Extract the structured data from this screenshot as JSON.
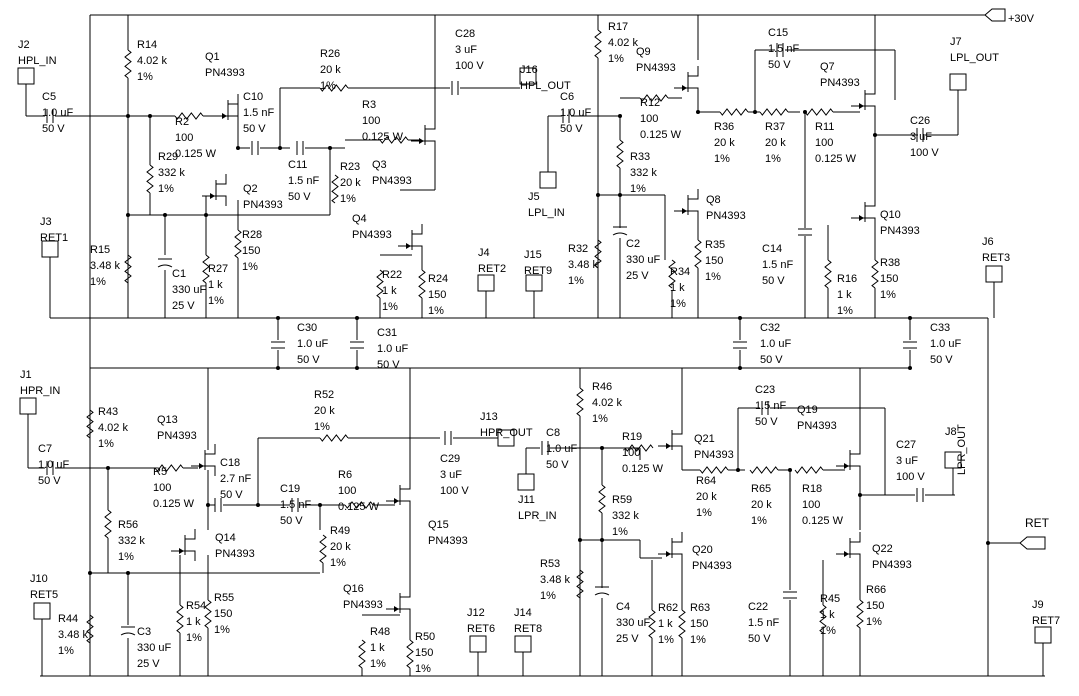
{
  "rails": {
    "supply_label": "+30V",
    "return_label": "RET"
  },
  "connectors": [
    {
      "ref": "J1",
      "name": "HPR_IN"
    },
    {
      "ref": "J2",
      "name": "HPL_IN"
    },
    {
      "ref": "J3",
      "name": "RET1"
    },
    {
      "ref": "J4",
      "name": "RET2"
    },
    {
      "ref": "J5",
      "name": "LPL_IN"
    },
    {
      "ref": "J6",
      "name": "RET3"
    },
    {
      "ref": "J7",
      "name": "LPL_OUT"
    },
    {
      "ref": "J8",
      "name": "LPR_OUT"
    },
    {
      "ref": "J9",
      "name": "RET7"
    },
    {
      "ref": "J10",
      "name": "RET5"
    },
    {
      "ref": "J11",
      "name": "LPR_IN"
    },
    {
      "ref": "J12",
      "name": "RET6"
    },
    {
      "ref": "J13",
      "name": "HPR_OUT"
    },
    {
      "ref": "J14",
      "name": "RET8"
    },
    {
      "ref": "J15",
      "name": "RET9"
    },
    {
      "ref": "J16",
      "name": "HPL_OUT"
    }
  ],
  "resistors": [
    {
      "ref": "R14",
      "value": "4.02 k",
      "tol": "1%"
    },
    {
      "ref": "R2",
      "value": "100",
      "tol": "0.125 W"
    },
    {
      "ref": "R29",
      "value": "332 k",
      "tol": "1%"
    },
    {
      "ref": "R15",
      "value": "3.48 k",
      "tol": "1%"
    },
    {
      "ref": "R27",
      "value": "1 k",
      "tol": "1%"
    },
    {
      "ref": "R28",
      "value": "150",
      "tol": "1%"
    },
    {
      "ref": "R26",
      "value": "20 k",
      "tol": "1%"
    },
    {
      "ref": "R3",
      "value": "100",
      "tol": "0.125 W"
    },
    {
      "ref": "R23",
      "value": "20 k",
      "tol": "1%"
    },
    {
      "ref": "R22",
      "value": "1 k",
      "tol": "1%"
    },
    {
      "ref": "R24",
      "value": "150",
      "tol": "1%"
    },
    {
      "ref": "R17",
      "value": "4.02 k",
      "tol": "1%"
    },
    {
      "ref": "R12",
      "value": "100",
      "tol": "0.125 W"
    },
    {
      "ref": "R33",
      "value": "332 k",
      "tol": "1%"
    },
    {
      "ref": "R32",
      "value": "3.48 k",
      "tol": "1%"
    },
    {
      "ref": "R34",
      "value": "1 k",
      "tol": "1%"
    },
    {
      "ref": "R35",
      "value": "150",
      "tol": "1%"
    },
    {
      "ref": "R36",
      "value": "20 k",
      "tol": "1%"
    },
    {
      "ref": "R37",
      "value": "20 k",
      "tol": "1%"
    },
    {
      "ref": "R11",
      "value": "100",
      "tol": "0.125 W"
    },
    {
      "ref": "R16",
      "value": "1 k",
      "tol": "1%"
    },
    {
      "ref": "R38",
      "value": "150",
      "tol": "1%"
    },
    {
      "ref": "R43",
      "value": "4.02 k",
      "tol": "1%"
    },
    {
      "ref": "R5",
      "value": "100",
      "tol": "0.125 W"
    },
    {
      "ref": "R56",
      "value": "332 k",
      "tol": "1%"
    },
    {
      "ref": "R44",
      "value": "3.48 k",
      "tol": "1%"
    },
    {
      "ref": "R54",
      "value": "1 k",
      "tol": "1%"
    },
    {
      "ref": "R55",
      "value": "150",
      "tol": "1%"
    },
    {
      "ref": "R52",
      "value": "20 k",
      "tol": "1%"
    },
    {
      "ref": "R6",
      "value": "100",
      "tol": "0.125 W"
    },
    {
      "ref": "R49",
      "value": "20 k",
      "tol": "1%"
    },
    {
      "ref": "R48",
      "value": "1 k",
      "tol": "1%"
    },
    {
      "ref": "R50",
      "value": "150",
      "tol": "1%"
    },
    {
      "ref": "R46",
      "value": "4.02 k",
      "tol": "1%"
    },
    {
      "ref": "R19",
      "value": "100",
      "tol": "0.125 W"
    },
    {
      "ref": "R59",
      "value": "332 k",
      "tol": "1%"
    },
    {
      "ref": "R53",
      "value": "3.48 k",
      "tol": "1%"
    },
    {
      "ref": "R62",
      "value": "1 k",
      "tol": "1%"
    },
    {
      "ref": "R63",
      "value": "150",
      "tol": "1%"
    },
    {
      "ref": "R64",
      "value": "20 k",
      "tol": "1%"
    },
    {
      "ref": "R65",
      "value": "20 k",
      "tol": "1%"
    },
    {
      "ref": "R18",
      "value": "100",
      "tol": "0.125 W"
    },
    {
      "ref": "R45",
      "value": "1 k",
      "tol": "1%"
    },
    {
      "ref": "R66",
      "value": "150",
      "tol": "1%"
    }
  ],
  "capacitors": [
    {
      "ref": "C5",
      "value": "1.0 uF",
      "volt": "50 V"
    },
    {
      "ref": "C10",
      "value": "1.5 nF",
      "volt": "50 V"
    },
    {
      "ref": "C11",
      "value": "1.5 nF",
      "volt": "50 V"
    },
    {
      "ref": "C1",
      "value": "330 uF",
      "volt": "25 V"
    },
    {
      "ref": "C28",
      "value": "3 uF",
      "volt": "100 V"
    },
    {
      "ref": "C6",
      "value": "1.0 uF",
      "volt": "50 V"
    },
    {
      "ref": "C2",
      "value": "330 uF",
      "volt": "25 V"
    },
    {
      "ref": "C15",
      "value": "1.5 nF",
      "volt": "50 V"
    },
    {
      "ref": "C14",
      "value": "1.5 nF",
      "volt": "50 V"
    },
    {
      "ref": "C26",
      "value": "3 uF",
      "volt": "100 V"
    },
    {
      "ref": "C30",
      "value": "1.0 uF",
      "volt": "50 V"
    },
    {
      "ref": "C31",
      "value": "1.0 uF",
      "volt": "50 V"
    },
    {
      "ref": "C32",
      "value": "1.0 uF",
      "volt": "50 V"
    },
    {
      "ref": "C33",
      "value": "1.0 uF",
      "volt": "50 V"
    },
    {
      "ref": "C7",
      "value": "1.0 uF",
      "volt": "50 V"
    },
    {
      "ref": "C18",
      "value": "2.7 nF",
      "volt": "50 V"
    },
    {
      "ref": "C19",
      "value": "1.5 nF",
      "volt": "50 V"
    },
    {
      "ref": "C3",
      "value": "330 uF",
      "volt": "25 V"
    },
    {
      "ref": "C29",
      "value": "3 uF",
      "volt": "100 V"
    },
    {
      "ref": "C8",
      "value": "1.0 uF",
      "volt": "50 V"
    },
    {
      "ref": "C4",
      "value": "330 uF",
      "volt": "25 V"
    },
    {
      "ref": "C23",
      "value": "1.5 nF",
      "volt": "50 V"
    },
    {
      "ref": "C22",
      "value": "1.5 nF",
      "volt": "50 V"
    },
    {
      "ref": "C27",
      "value": "3 uF",
      "volt": "100 V"
    }
  ],
  "transistors": [
    {
      "ref": "Q1",
      "part": "PN4393"
    },
    {
      "ref": "Q2",
      "part": "PN4393"
    },
    {
      "ref": "Q3",
      "part": "PN4393"
    },
    {
      "ref": "Q4",
      "part": "PN4393"
    },
    {
      "ref": "Q7",
      "part": "PN4393"
    },
    {
      "ref": "Q8",
      "part": "PN4393"
    },
    {
      "ref": "Q9",
      "part": "PN4393"
    },
    {
      "ref": "Q10",
      "part": "PN4393"
    },
    {
      "ref": "Q13",
      "part": "PN4393"
    },
    {
      "ref": "Q14",
      "part": "PN4393"
    },
    {
      "ref": "Q15",
      "part": "PN4393"
    },
    {
      "ref": "Q16",
      "part": "PN4393"
    },
    {
      "ref": "Q19",
      "part": "PN4393"
    },
    {
      "ref": "Q20",
      "part": "PN4393"
    },
    {
      "ref": "Q21",
      "part": "PN4393"
    },
    {
      "ref": "Q22",
      "part": "PN4393"
    }
  ]
}
